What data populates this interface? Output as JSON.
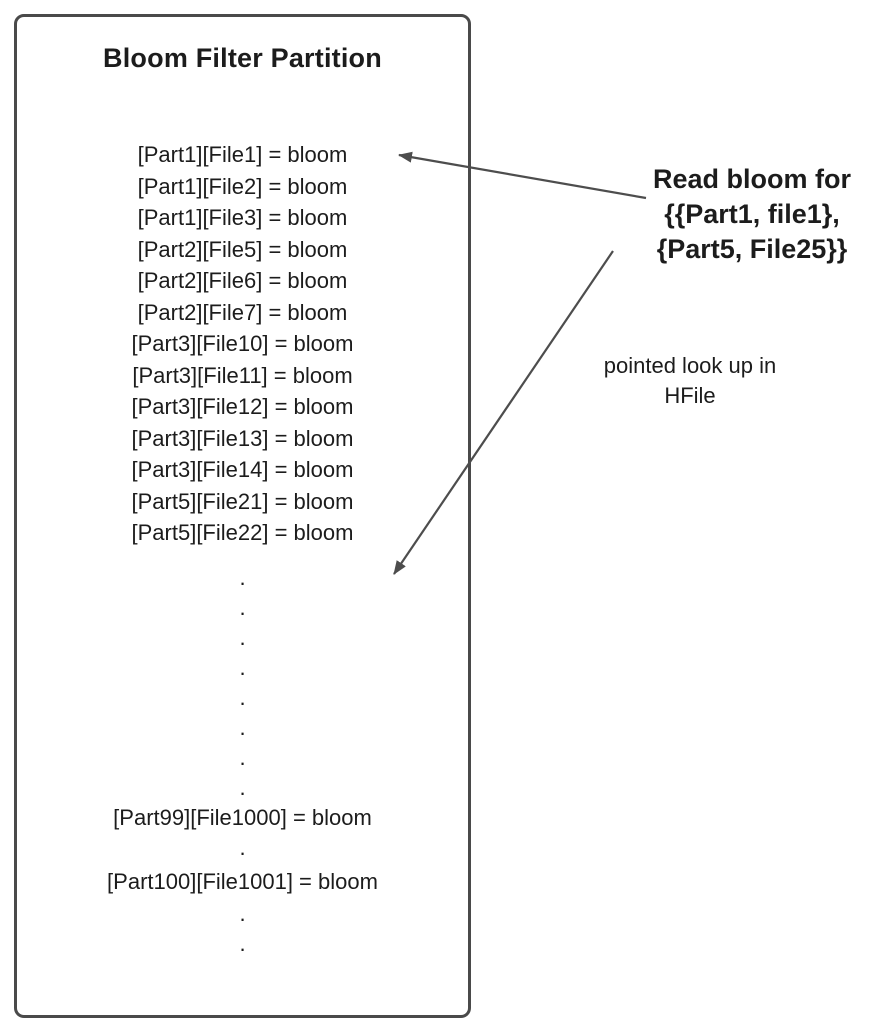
{
  "box": {
    "title": "Bloom Filter Partition",
    "entries": [
      "[Part1][File1] = bloom",
      "[Part1][File2] = bloom",
      "[Part1][File3] = bloom",
      "[Part2][File5] = bloom",
      "[Part2][File6] = bloom",
      "[Part2][File7] = bloom",
      "[Part3][File10] = bloom",
      "[Part3][File11] = bloom",
      "[Part3][File12] = bloom",
      "[Part3][File13] = bloom",
      "[Part3][File14] = bloom",
      "[Part5][File21] = bloom",
      "[Part5][File22] = bloom"
    ],
    "dots_middle": [
      ".",
      ".",
      ".",
      ".",
      ".",
      ".",
      ".",
      "."
    ],
    "entry_part99": "[Part99][File1000] = bloom",
    "dots_between": [
      "."
    ],
    "entry_part100": "[Part100][File1001] = bloom",
    "dots_end": [
      ".",
      "."
    ]
  },
  "annotations": {
    "read_bloom": {
      "line1": "Read bloom for",
      "line2": "{{Part1, file1},",
      "line3": "{Part5, File25}}"
    },
    "pointed_lookup": {
      "line1": "pointed look up in",
      "line2": "HFile"
    }
  },
  "colors": {
    "box_border": "#4a4a4a",
    "text": "#1c1c1c",
    "arrow": "#4d4d4d",
    "background": "#ffffff"
  }
}
